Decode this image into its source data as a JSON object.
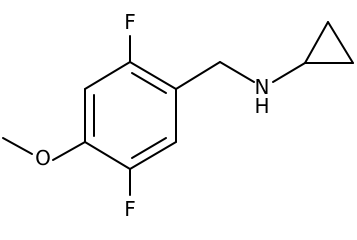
{
  "structure": {
    "atoms": {
      "fluorine_top": "F",
      "fluorine_bottom": "F",
      "nitrogen": "N",
      "hydrogen": "H",
      "oxygen": "O"
    },
    "bond_color": "#000000",
    "background": "#ffffff"
  }
}
